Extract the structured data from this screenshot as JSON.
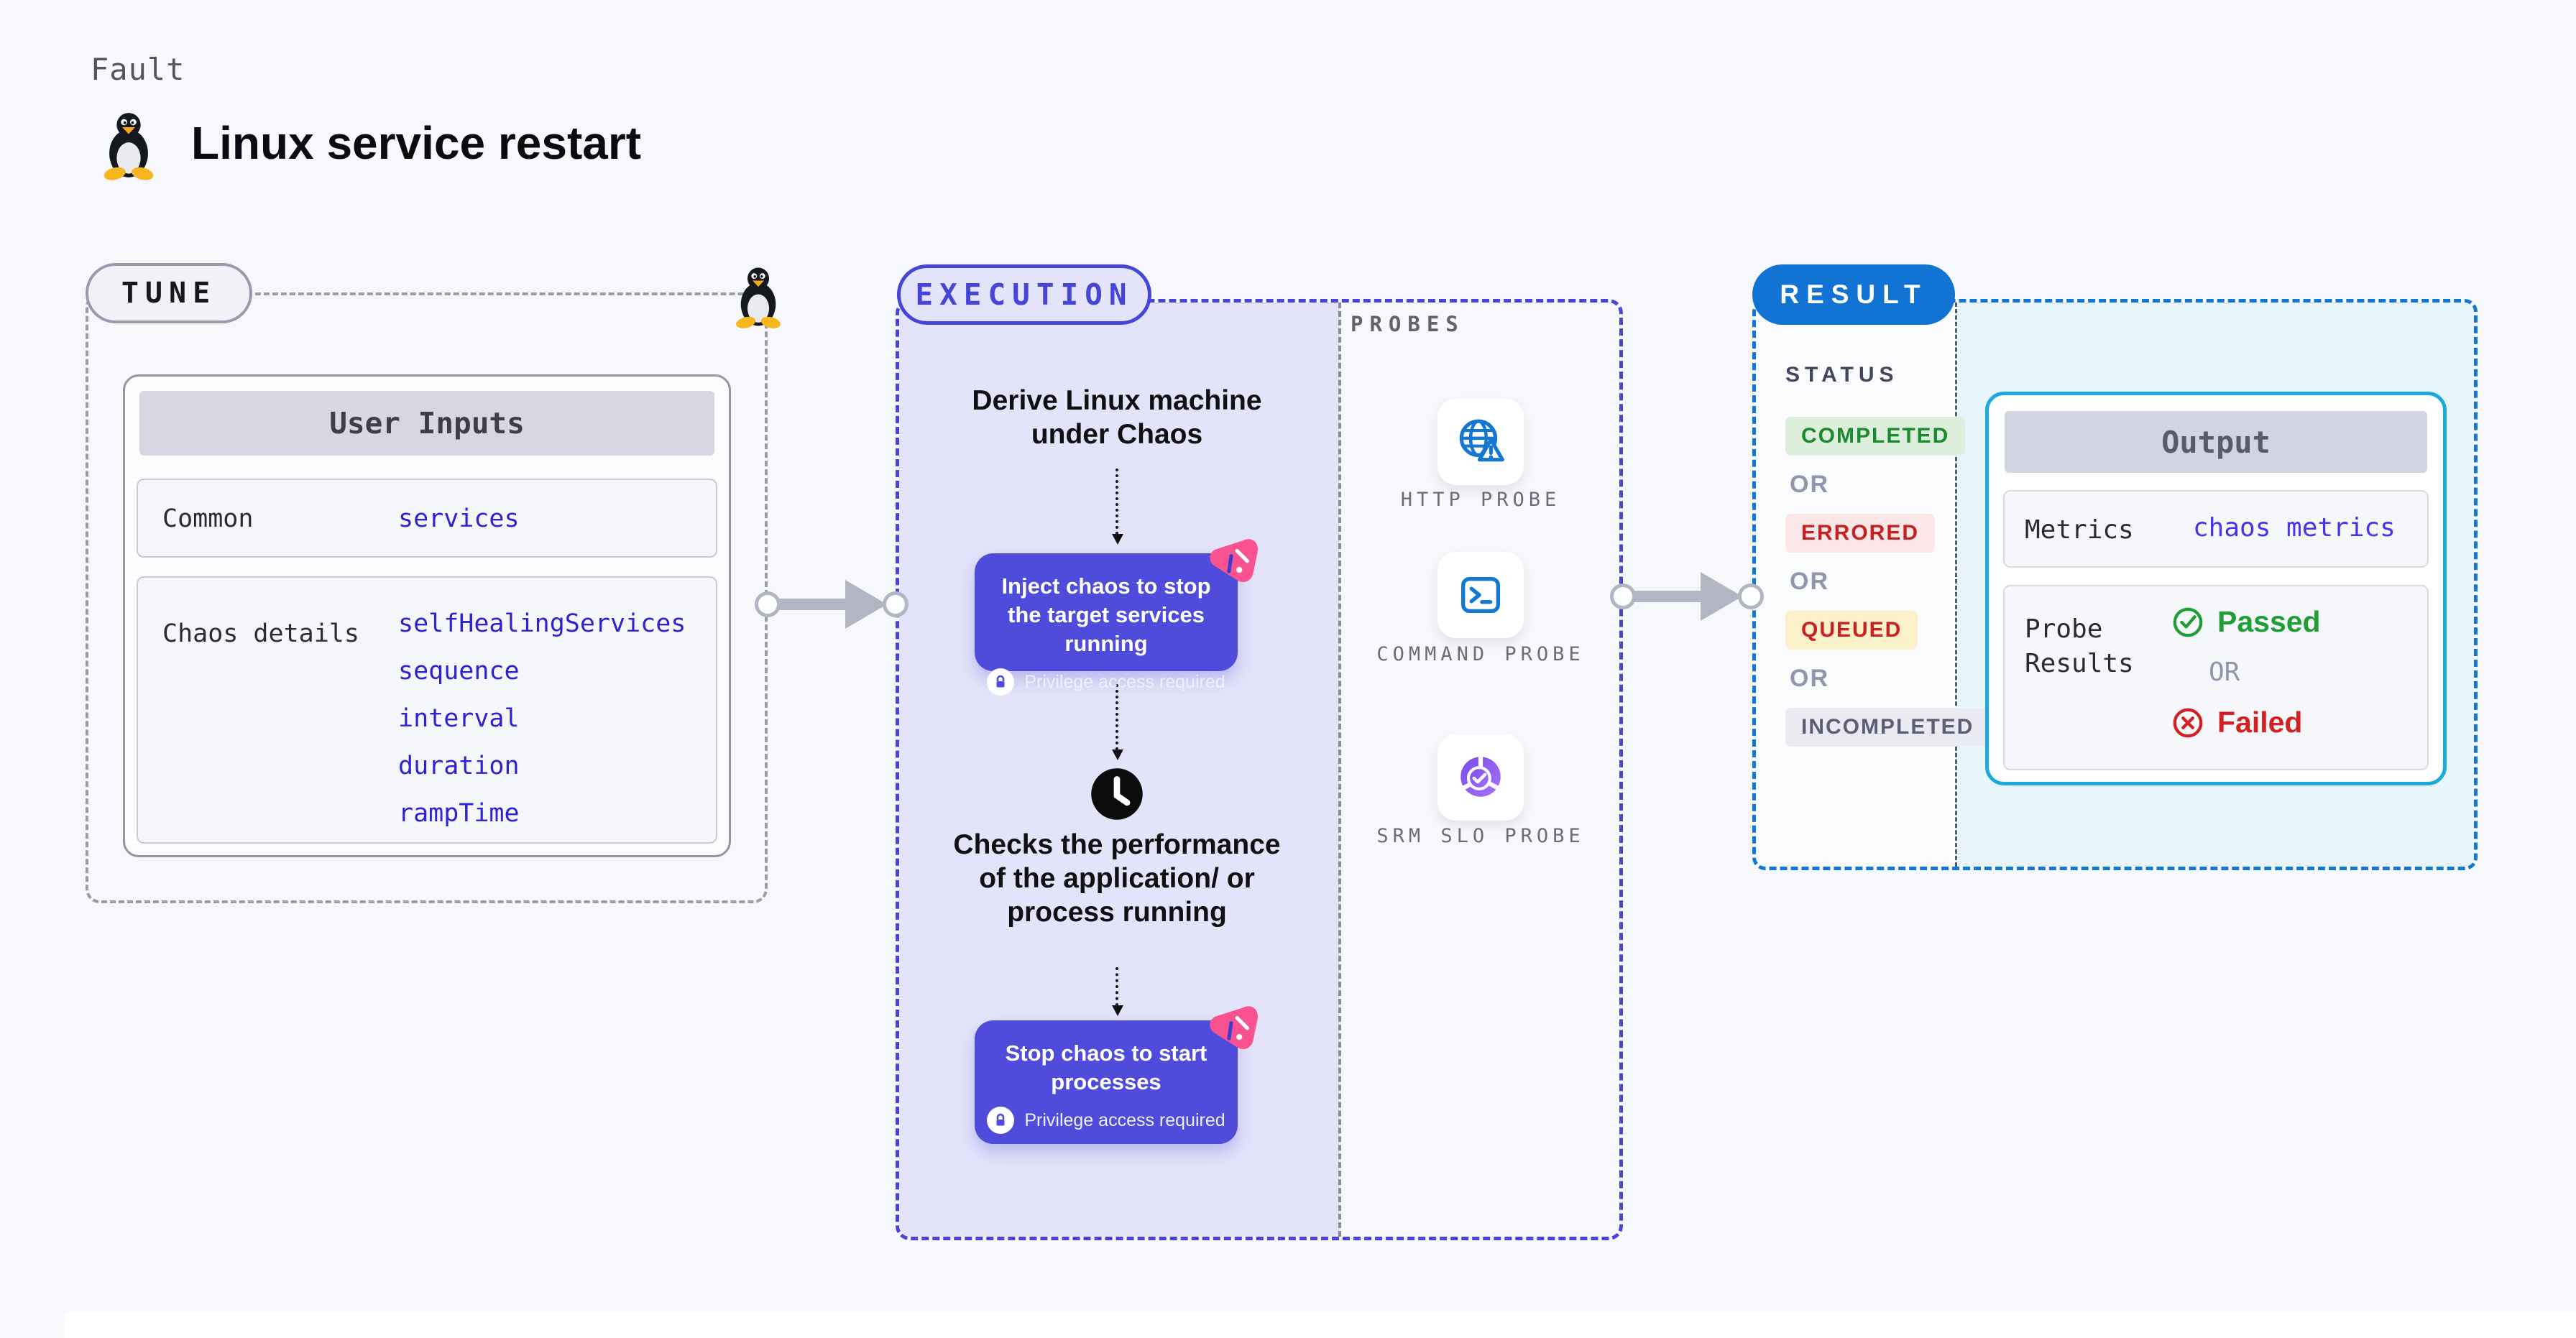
{
  "header": {
    "eyebrow": "Fault",
    "title": "Linux service restart",
    "icon": "linux-penguin"
  },
  "tune": {
    "label": "TUNE",
    "user_inputs": {
      "title": "User Inputs",
      "rows": [
        {
          "label": "Common",
          "values": [
            "services"
          ]
        },
        {
          "label": "Chaos details",
          "values": [
            "selfHealingServices",
            "sequence",
            "interval",
            "duration",
            "rampTime"
          ]
        }
      ]
    }
  },
  "execution": {
    "label": "EXECUTION",
    "derive_text": "Derive Linux machine under Chaos",
    "inject_button": {
      "title": "Inject chaos to stop the target services running",
      "note": "Privilege access required"
    },
    "checks_text": "Checks the performance of the application/ or process running",
    "stop_button": {
      "title": "Stop chaos to start processes",
      "note": "Privilege access required"
    }
  },
  "probes": {
    "label": "PROBES",
    "items": [
      {
        "label": "HTTP PROBE",
        "icon": "globe-alert-icon"
      },
      {
        "label": "COMMAND PROBE",
        "icon": "terminal-icon"
      },
      {
        "label": "SRM SLO PROBE",
        "icon": "slo-donut-icon"
      }
    ]
  },
  "result": {
    "label": "RESULT",
    "status": {
      "label": "STATUS",
      "or": "OR",
      "options": [
        "COMPLETED",
        "ERRORED",
        "QUEUED",
        "INCOMPLETED"
      ]
    },
    "output": {
      "title": "Output",
      "metrics_label": "Metrics",
      "metrics_value": "chaos metrics",
      "probe_results_label": "Probe Results",
      "passed_label": "Passed",
      "or": "OR",
      "failed_label": "Failed"
    }
  },
  "colors": {
    "background": "#f7f8fb",
    "execution_accent": "#4745d8",
    "execution_fill": "#e3e3f9",
    "button_indigo": "#4f4cdb",
    "chaos_pink": "#f9538f",
    "result_blue": "#1173d3",
    "output_cyan": "#1ba9de",
    "result_fill": "#e8f5fc",
    "value_blue": "#2d23d0",
    "metrics_blue": "#4334ee",
    "passed_green": "#1f9e35",
    "failed_red": "#d42020",
    "completed_badge": "#ddefdc",
    "errored_badge": "#fbe7e7",
    "queued_badge": "#faf0ca",
    "incompleted_badge": "#eaeaf2"
  }
}
